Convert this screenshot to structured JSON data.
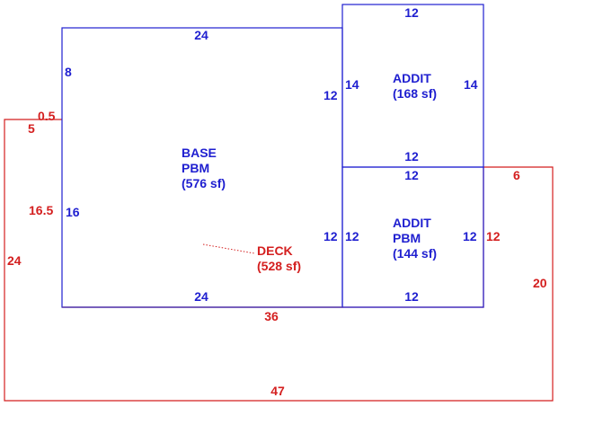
{
  "colors": {
    "building": "#1f1fd0",
    "deck": "#d41f1f",
    "background": "#ffffff"
  },
  "base": {
    "name": "BASE",
    "type": "PBM",
    "area": "(576 sf)",
    "dims": {
      "top": "24",
      "bottom": "24",
      "left_upper": "8",
      "left_lower": "16",
      "right_upper": "12",
      "right_lower": "12"
    }
  },
  "addit_upper": {
    "name": "ADDIT",
    "area": "(168 sf)",
    "dims": {
      "top": "12",
      "bottom": "12",
      "left": "14",
      "right": "14"
    }
  },
  "addit_lower": {
    "name": "ADDIT",
    "type": "PBM",
    "area": "(144 sf)",
    "dims": {
      "top": "12",
      "bottom": "12",
      "left": "12",
      "right": "12"
    }
  },
  "deck": {
    "name": "DECK",
    "area": "(528 sf)",
    "dims": {
      "step_top": "0.5",
      "step_left": "5",
      "left_inner": "16.5",
      "left_outer": "24",
      "bottom_inner": "36",
      "bottom_outer": "47",
      "right_step_top": "6",
      "right_inner": "12",
      "right_outer": "20"
    }
  }
}
